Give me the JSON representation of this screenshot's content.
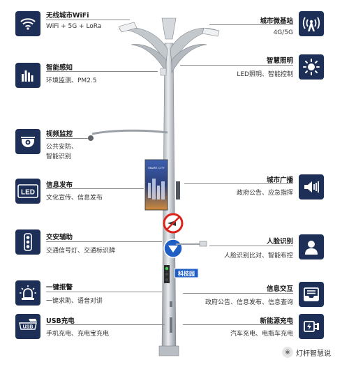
{
  "features_left": [
    {
      "key": "wifi",
      "title": "无线城市WiFi",
      "desc": "WiFi + 5G + LoRa",
      "icon": "wifi-icon"
    },
    {
      "key": "sense",
      "title": "智能感知",
      "desc": "环境监测、PM2.5",
      "icon": "sensor-bars-icon"
    },
    {
      "key": "video",
      "title": "视频监控",
      "desc": "公共安防、",
      "desc2": "智能识别",
      "icon": "camera-icon"
    },
    {
      "key": "info",
      "title": "信息发布",
      "desc": "文化宣传、信息发布",
      "icon": "led-icon",
      "icon_text": "LED"
    },
    {
      "key": "traffic",
      "title": "交安辅助",
      "desc": "交通信号灯、交通标识牌",
      "icon": "traffic-light-icon"
    },
    {
      "key": "alarm",
      "title": "一键报警",
      "desc": "一键求助、语音对讲",
      "icon": "alarm-icon"
    },
    {
      "key": "usb",
      "title": "USB充电",
      "desc": "手机充电、充电宝充电",
      "icon": "usb-icon",
      "icon_text": "USB"
    }
  ],
  "features_right": [
    {
      "key": "base",
      "title": "城市微基站",
      "desc": "4G/5G",
      "icon": "antenna-icon"
    },
    {
      "key": "light",
      "title": "智慧照明",
      "desc": "LED照明、智能控制",
      "icon": "sun-icon"
    },
    {
      "key": "broadcast",
      "title": "城市广播",
      "desc": "政府公告、应急指挥",
      "icon": "speaker-icon"
    },
    {
      "key": "face",
      "title": "人脸识别",
      "desc": "人脸识别比对、智能布控",
      "icon": "face-id-icon"
    },
    {
      "key": "interact",
      "title": "信息交互",
      "desc": "政府公告、信息发布、信息查询",
      "icon": "inbox-icon"
    },
    {
      "key": "ev",
      "title": "新能源充电",
      "desc": "汽车充电、电瓶车充电",
      "icon": "ev-charger-icon"
    }
  ],
  "pole": {
    "sign_text": "科技园",
    "screen_text": "SMART CITY"
  },
  "watermark": "灯杆智慧说",
  "colors": {
    "tile": "#1d2f56",
    "pole": "#c9cdd2",
    "sign_blue": "#1f5fc4",
    "no_honk_red": "#d9231b"
  }
}
